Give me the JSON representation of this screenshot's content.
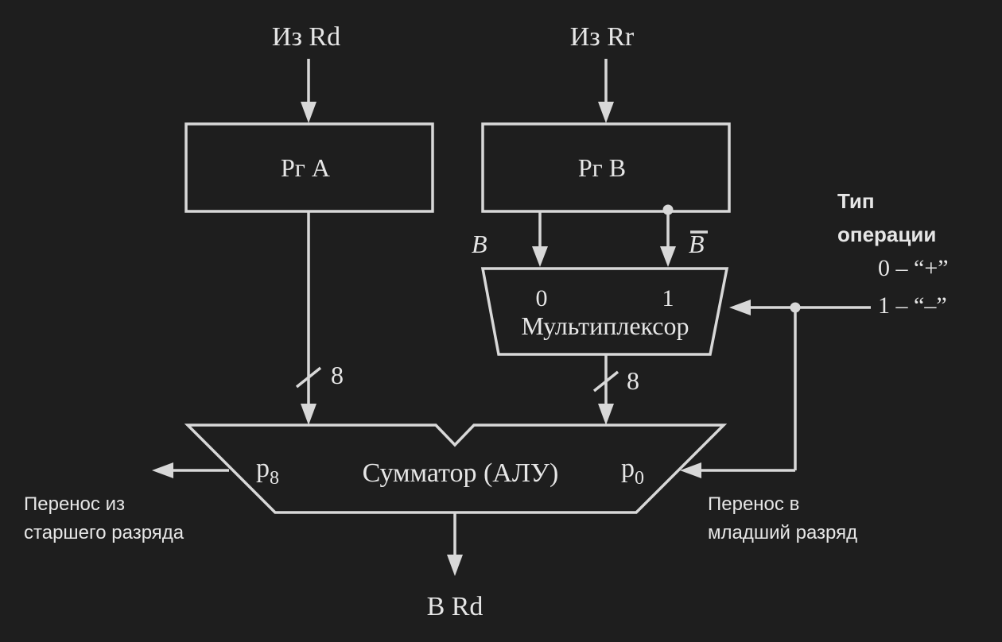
{
  "inputs": {
    "from_rd": "Из Rd",
    "from_rr": "Из Rr"
  },
  "registers": {
    "reg_a": "Рг А",
    "reg_b": "Рг В"
  },
  "signals": {
    "b": "B",
    "b_bar": "B"
  },
  "multiplexer": {
    "label": "Мультиплексор",
    "input_0": "0",
    "input_1": "1"
  },
  "bus_width": {
    "left": "8",
    "right": "8"
  },
  "adder": {
    "label": "Сумматор (АЛУ)",
    "carry_out_base": "p",
    "carry_out_sub": "8",
    "carry_in_base": "p",
    "carry_in_sub": "0"
  },
  "operation": {
    "title_line1": "Тип",
    "title_line2": "операции",
    "option_add": "0 – “+”",
    "option_sub": "1 – “–”"
  },
  "carry": {
    "out_line1": "Перенос из",
    "out_line2": "старшего разряда",
    "in_line1": "Перенос в",
    "in_line2": "младший разряд"
  },
  "output": {
    "to_rd": "В Rd"
  }
}
